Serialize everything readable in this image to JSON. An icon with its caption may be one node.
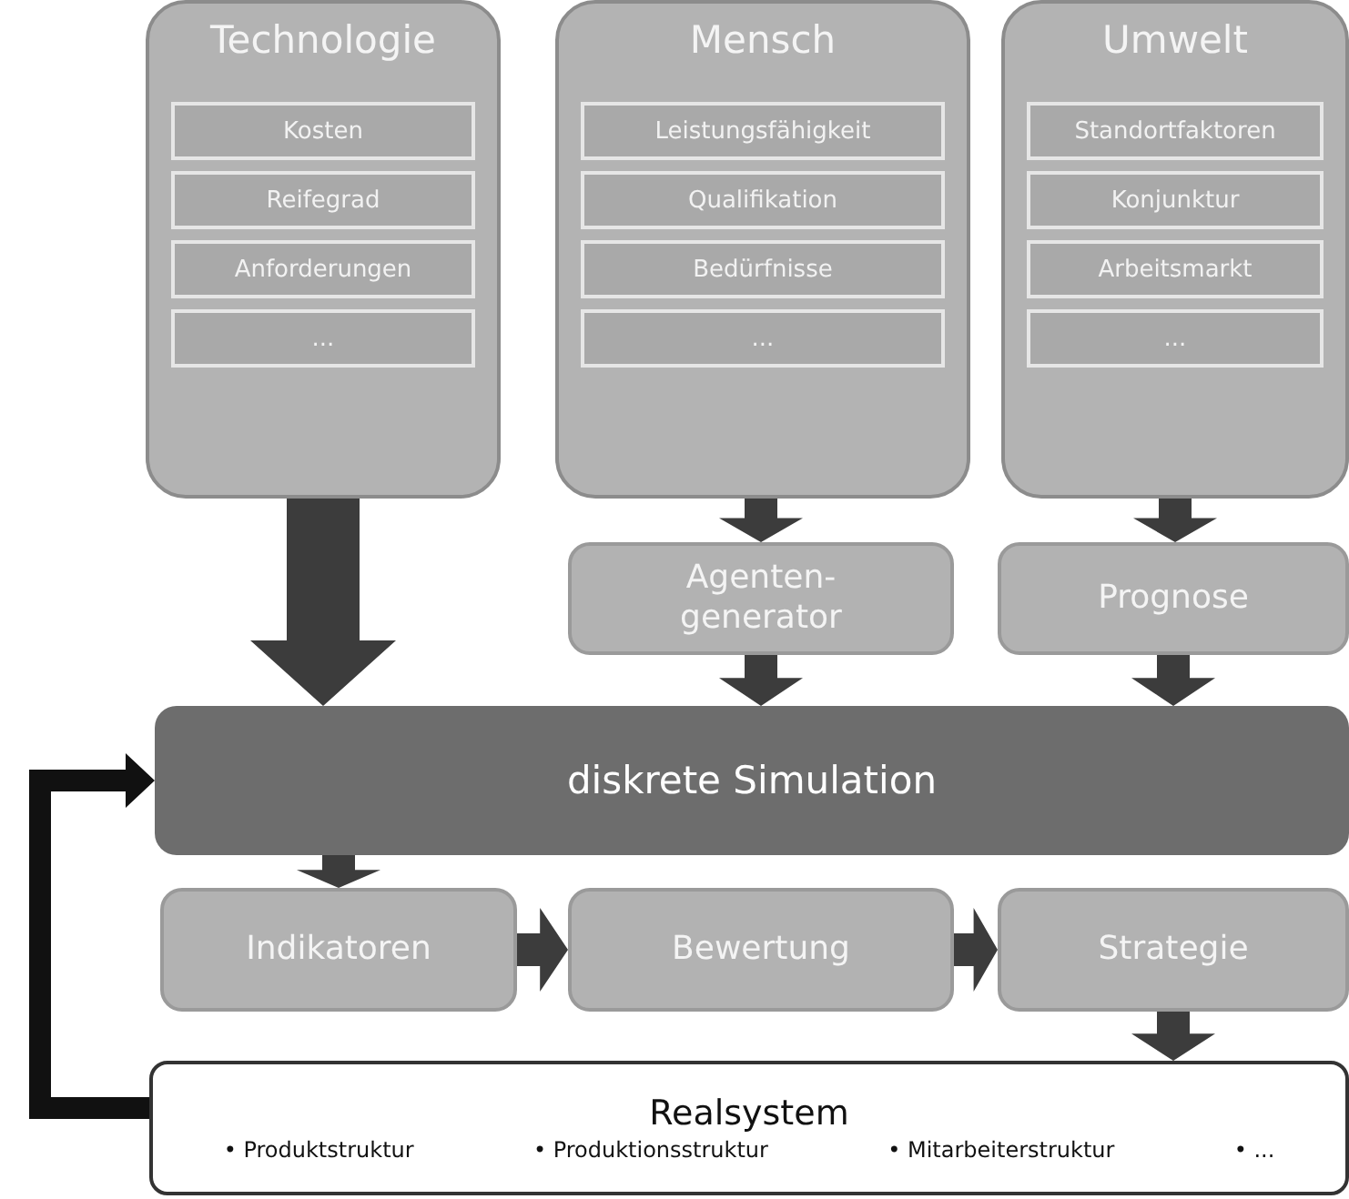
{
  "diagram": {
    "nodes": [
      {
        "text": [
          "Technologie"
        ]
      },
      {
        "text": [
          "Kosten"
        ],
        "in": 0
      },
      {
        "text": [
          "Reifegrad"
        ],
        "in": 0
      },
      {
        "text": [
          "Anforderungen"
        ],
        "in": 0
      },
      {
        "text": [
          "..."
        ],
        "in": 0
      },
      {
        "text": [
          "Mensch"
        ]
      },
      {
        "text": [
          "Leistungsfähigkeit"
        ],
        "in": 5
      },
      {
        "text": [
          "Qualifikation"
        ],
        "in": 5
      },
      {
        "text": [
          "Bedürfnisse"
        ],
        "in": 5
      },
      {
        "text": [
          "..."
        ],
        "in": 5
      },
      {
        "text": [
          "Umwelt"
        ]
      },
      {
        "text": [
          "Standortfaktoren"
        ],
        "in": 10
      },
      {
        "text": [
          "Konjunktur"
        ],
        "in": 10
      },
      {
        "text": [
          "Arbeitsmarkt"
        ],
        "in": 10
      },
      {
        "text": [
          "..."
        ],
        "in": 10
      },
      {
        "text": [
          "Agenten-generator"
        ]
      },
      {
        "text": [
          "Prognose"
        ]
      },
      {
        "text": [
          "diskrete Simulation"
        ]
      },
      {
        "text": [
          "Indikatoren"
        ]
      },
      {
        "text": [
          "Bewertung"
        ]
      },
      {
        "text": [
          "Strategie"
        ]
      },
      {
        "text": [
          "Realsystem",
          "• Produktstruktur",
          "• Produktionsstruktur",
          "• Mitarbeiterstruktur",
          "• ..."
        ]
      }
    ],
    "edges": [
      {
        "from": 0,
        "to": 17,
        "arrow": "to",
        "style": "thick"
      },
      {
        "from": 5,
        "to": 15,
        "arrow": "to"
      },
      {
        "from": 10,
        "to": 16,
        "arrow": "to"
      },
      {
        "from": 15,
        "to": 17,
        "arrow": "to"
      },
      {
        "from": 16,
        "to": 17,
        "arrow": "to"
      },
      {
        "from": 17,
        "to": 18,
        "arrow": "to"
      },
      {
        "from": 18,
        "to": 19,
        "arrow": "to"
      },
      {
        "from": 19,
        "to": 20,
        "arrow": "to"
      },
      {
        "from": 20,
        "to": 21,
        "arrow": "to"
      },
      {
        "from": 21,
        "to": 17,
        "arrow": "to"
      }
    ]
  }
}
